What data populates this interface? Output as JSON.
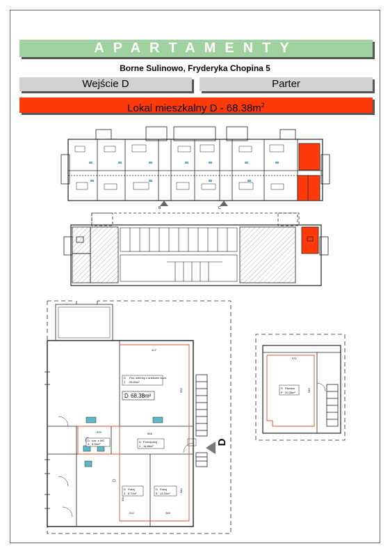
{
  "header": {
    "title": "APARTAMENTY",
    "address": "Borne Sulinowo, Fryderyka Chopina 5",
    "entrance": "Wejście D",
    "floor": "Parter",
    "unit_label": "Lokal mieszkalny D - 68.38m",
    "unit_sup": "2"
  },
  "colors": {
    "banner": "#9fd29f",
    "highlight": "#ff3a0a",
    "pill": "#d2d2d2",
    "outline": "#e84a2a"
  },
  "site_plan": {
    "entrance_b": "B",
    "entrance_c": "C"
  },
  "detail_plan": {
    "entrance_letter": "D",
    "unit_tag_code": "D",
    "unit_tag_area": "68.38m²",
    "rooms": [
      {
        "code": "D",
        "num": "1",
        "name": "Pok. dzienny z aneksem kuch.",
        "area": "26.50m²"
      },
      {
        "code": "D",
        "num": "4",
        "name": "Łaz. z WC",
        "area": "5.08m²"
      },
      {
        "code": "D",
        "num": "2",
        "name": "Przedpokój",
        "area": "14.86m²"
      },
      {
        "code": "D",
        "num": "3",
        "name": "Pokój",
        "area": "8.70m²"
      },
      {
        "code": "D",
        "num": "5",
        "name": "Pokój",
        "area": "13.16m²"
      }
    ],
    "dims": {
      "top": "417",
      "mid": "546",
      "bath": "229",
      "bottom_left": "222",
      "bottom_right": "269",
      "right": "520",
      "left_side": "300",
      "right_side": "344"
    }
  },
  "basement_plan": {
    "room": {
      "code": "D",
      "num": "P",
      "name": "Piwnica",
      "area": "20.35m²"
    },
    "dims": {
      "top": "371",
      "side": "549"
    }
  }
}
